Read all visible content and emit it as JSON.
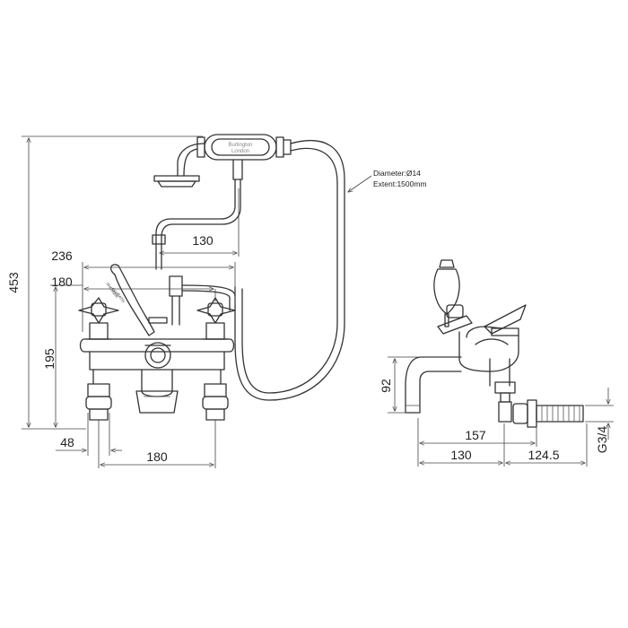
{
  "drawing": {
    "brand_name": "Burlington",
    "brand_city": "London",
    "handle_labels": [
      "SHOWER",
      "OFF",
      "BATH"
    ]
  },
  "hose_note": {
    "diameter": "Diameter:Ø14",
    "extent": "Extent:1500mm"
  },
  "front_view": {
    "dims": {
      "overall_height": "453",
      "width_236": "236",
      "width_180_top": "180",
      "handset_offset": "130",
      "height_195": "195",
      "leg_48": "48",
      "centres_180": "180"
    }
  },
  "side_view": {
    "dims": {
      "height_92": "92",
      "reach_157": "157",
      "reach_130": "130",
      "tail_124_5": "124.5",
      "thread": "G3/4"
    }
  }
}
